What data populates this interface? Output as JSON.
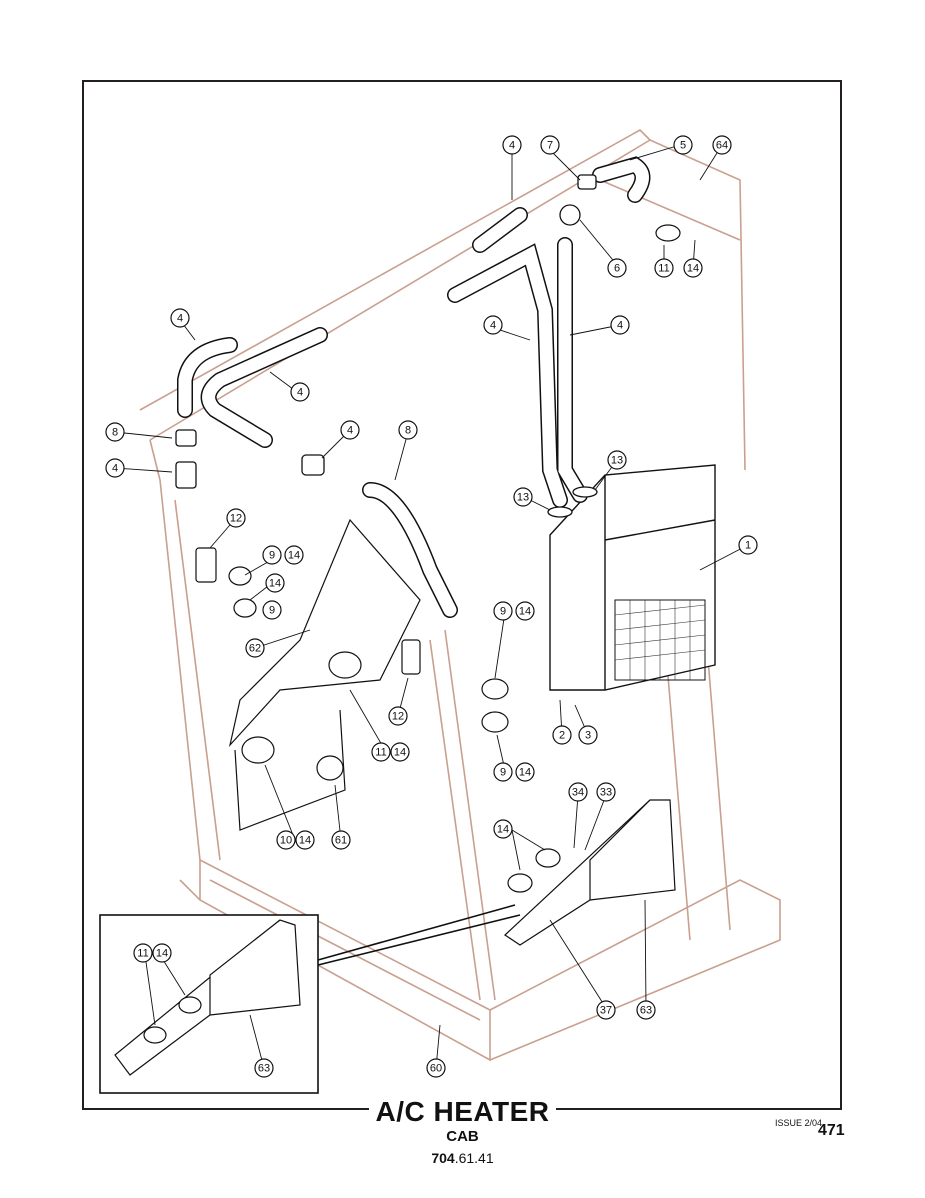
{
  "title": "A/C HEATER",
  "subtitle": "CAB",
  "code": {
    "bold": "704",
    "rest": ".61.41"
  },
  "issue": "ISSUE 2/04",
  "page_number": "471",
  "callouts": [
    "4",
    "7",
    "5",
    "64",
    "6",
    "11",
    "14",
    "4",
    "4",
    "4",
    "4",
    "8",
    "8",
    "4",
    "4",
    "13",
    "13",
    "1",
    "12",
    "9",
    "14",
    "14",
    "9",
    "62",
    "9",
    "14",
    "12",
    "11",
    "14",
    "9",
    "14",
    "2",
    "3",
    "10",
    "14",
    "61",
    "34",
    "33",
    "14",
    "37",
    "63",
    "11",
    "14",
    "63",
    "60"
  ],
  "colors": {
    "frame": "#231f20",
    "cab_line": "#c9a08f",
    "ink": "#111111",
    "fill": "#ffffff"
  }
}
